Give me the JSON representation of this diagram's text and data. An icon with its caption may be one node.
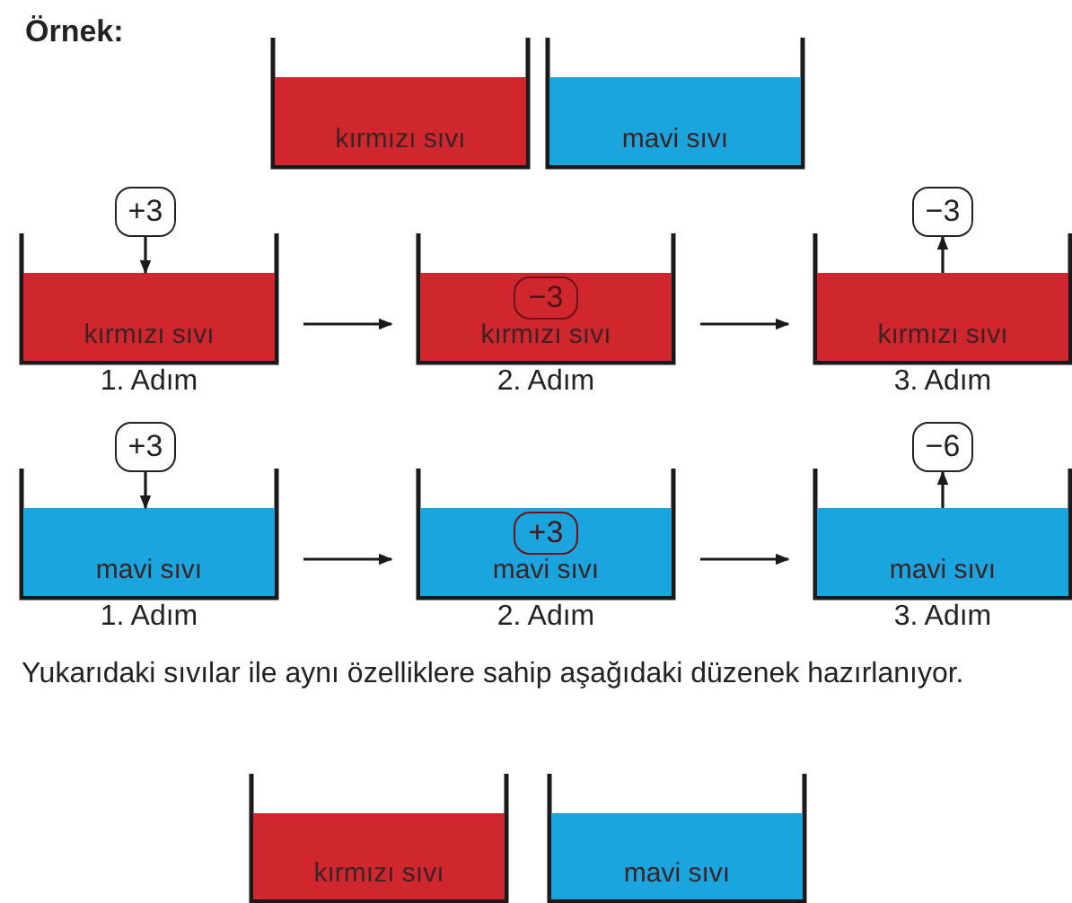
{
  "diagram": {
    "title": "Örnek:",
    "nodes": [
      {
        "text": [
          "kırmızı sıvı"
        ]
      },
      {
        "text": [
          "mavi sıvı"
        ]
      },
      {
        "text": [
          "+3"
        ]
      },
      {
        "text": [
          "kırmızı sıvı"
        ],
        "beside": [
          "1. Adım"
        ]
      },
      {
        "text": [
          "kırmızı sıvı"
        ],
        "beside": [
          "2. Adım"
        ]
      },
      {
        "text": [
          "−3"
        ],
        "in": 4
      },
      {
        "text": [
          "−3"
        ]
      },
      {
        "text": [
          "kırmızı sıvı"
        ],
        "beside": [
          "3. Adım"
        ]
      },
      {
        "text": [
          "+3"
        ]
      },
      {
        "text": [
          "mavi sıvı"
        ],
        "beside": [
          "1. Adım"
        ]
      },
      {
        "text": [
          "mavi sıvı"
        ],
        "beside": [
          "2. Adım"
        ]
      },
      {
        "text": [
          "+3"
        ],
        "in": 10
      },
      {
        "text": [
          "−6"
        ]
      },
      {
        "text": [
          "mavi sıvı"
        ],
        "beside": [
          "3. Adım"
        ]
      },
      {
        "text": [
          "kırmızı sıvı"
        ]
      },
      {
        "text": [
          "mavi sıvı"
        ]
      }
    ],
    "edges": [
      {
        "from": 2,
        "to": 3,
        "arrow": "to"
      },
      {
        "from": 3,
        "to": 4,
        "arrow": "to"
      },
      {
        "from": 4,
        "to": 7,
        "arrow": "to"
      },
      {
        "from": 7,
        "to": 6,
        "arrow": "to"
      },
      {
        "from": 8,
        "to": 9,
        "arrow": "to"
      },
      {
        "from": 9,
        "to": 10,
        "arrow": "to"
      },
      {
        "from": 10,
        "to": 13,
        "arrow": "to"
      },
      {
        "from": 13,
        "to": 12,
        "arrow": "to"
      }
    ],
    "labels": [
      "Yukarıdaki sıvılar ile aynı özelliklere sahip aşağıdaki düzenek hazırlanıyor."
    ]
  }
}
